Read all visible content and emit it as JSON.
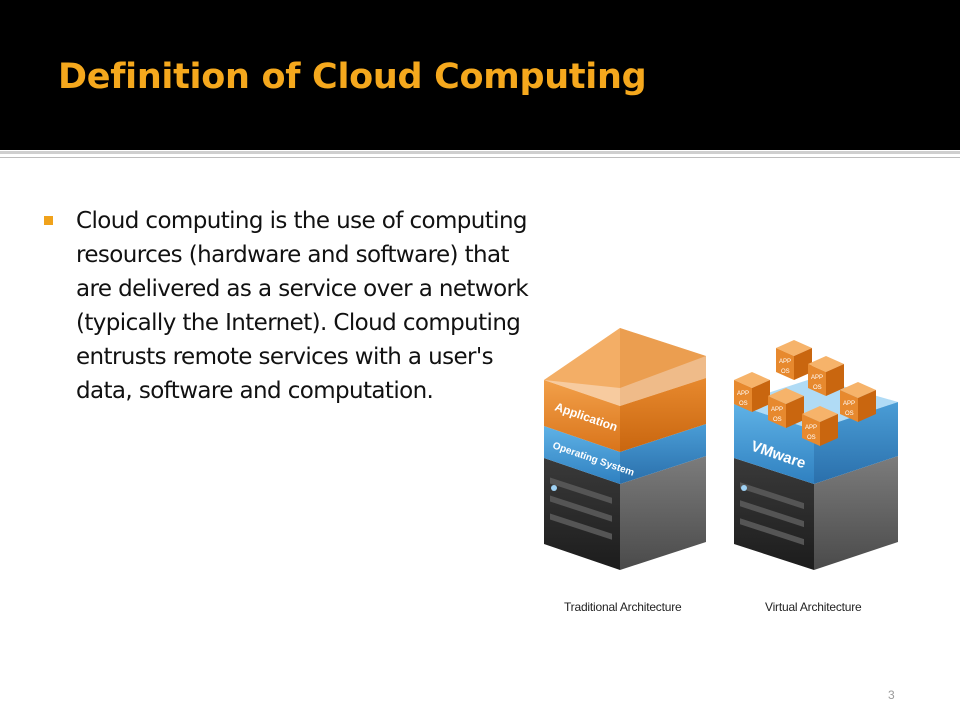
{
  "slide": {
    "title": "Definition of Cloud Computing",
    "page_number": "3"
  },
  "content": {
    "bullet_text": "Cloud computing is the use of computing resources (hardware and software) that are delivered as a service over a network (typically the Internet). Cloud computing entrusts remote services with a user's data, software and computation."
  },
  "figure": {
    "caption_left": "Traditional Architecture",
    "caption_right": "Virtual Architecture",
    "label_application": "Application",
    "label_os_layer": "Operating System",
    "label_vmware": "VMware",
    "label_app_small": "APP",
    "label_os_small": "OS"
  },
  "colors": {
    "title": "#f5a81d",
    "bullet": "#f0a21b",
    "orange": "#e98b2e",
    "blue": "#3f97d2",
    "server": "#2a2a2a"
  }
}
